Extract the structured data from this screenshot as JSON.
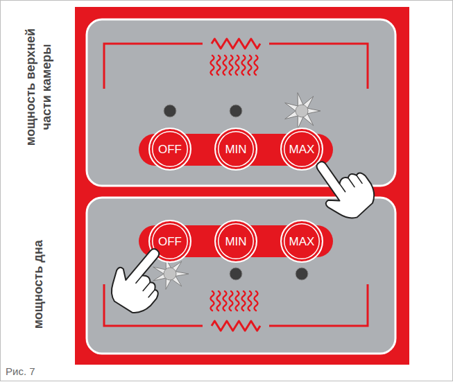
{
  "diagram": {
    "caption": "Рис. 7",
    "nodes": [
      {
        "text": [
          "мощность верхней части камеры"
        ]
      },
      {
        "text": [
          "OFF"
        ],
        "in": 0
      },
      {
        "text": [
          "MIN"
        ],
        "in": 0
      },
      {
        "text": [
          "MAX"
        ],
        "in": 0
      },
      {
        "text": [
          "мощность дна"
        ]
      },
      {
        "text": [
          "OFF"
        ],
        "in": 4
      },
      {
        "text": [
          "MIN"
        ],
        "in": 4
      },
      {
        "text": [
          "MAX"
        ],
        "in": 4
      }
    ]
  }
}
